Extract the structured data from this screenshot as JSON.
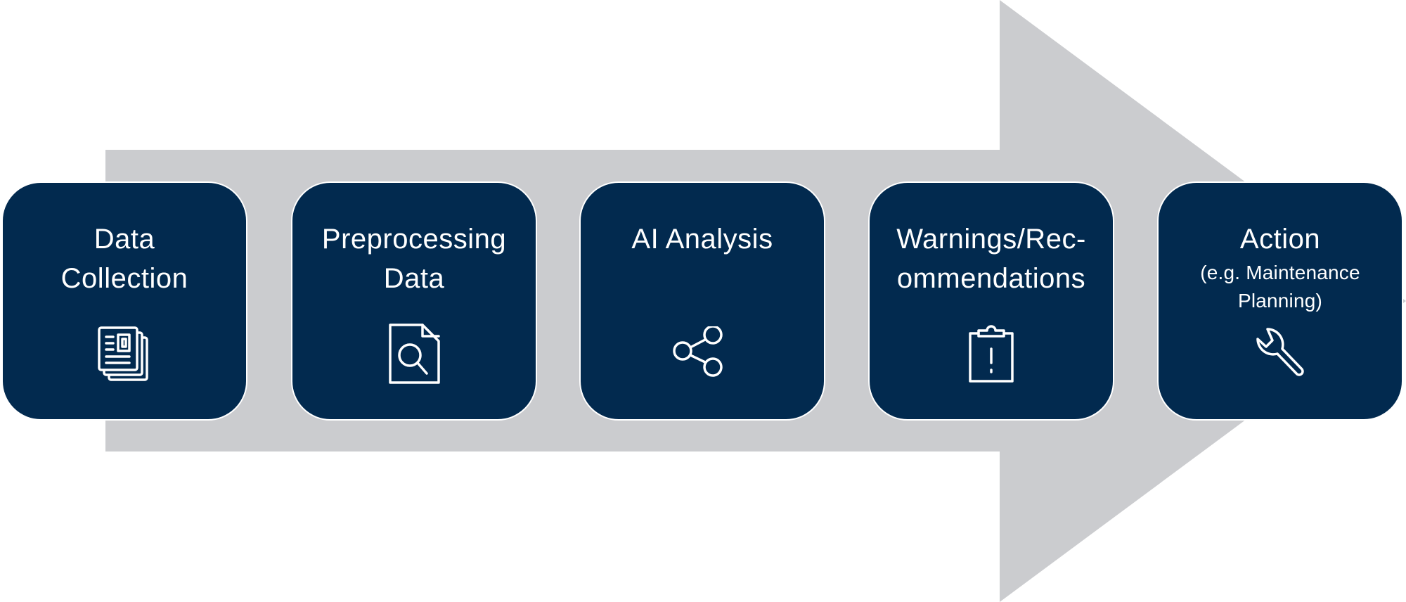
{
  "colors": {
    "arrow": "#cbcccf",
    "step_fill": "#022a4f",
    "step_border": "#ffffff",
    "text": "#ffffff"
  },
  "steps": [
    {
      "id": "data-collection",
      "title_line1": "Data",
      "title_line2": "Collection",
      "subtitle_line1": "",
      "subtitle_line2": "",
      "icon": "documents-stack-icon"
    },
    {
      "id": "preprocessing",
      "title_line1": "Preprocessing",
      "title_line2": "Data",
      "subtitle_line1": "",
      "subtitle_line2": "",
      "icon": "document-search-icon"
    },
    {
      "id": "ai-analysis",
      "title_line1": "AI Analysis",
      "title_line2": "",
      "subtitle_line1": "",
      "subtitle_line2": "",
      "icon": "share-nodes-icon"
    },
    {
      "id": "warnings",
      "title_line1": "Warnings/Rec-",
      "title_line2": "ommendations",
      "subtitle_line1": "",
      "subtitle_line2": "",
      "icon": "clipboard-alert-icon"
    },
    {
      "id": "action",
      "title_line1": "Action",
      "title_line2": "",
      "subtitle_line1": "(e.g. Maintenance",
      "subtitle_line2": "Planning)",
      "icon": "wrench-icon"
    }
  ]
}
